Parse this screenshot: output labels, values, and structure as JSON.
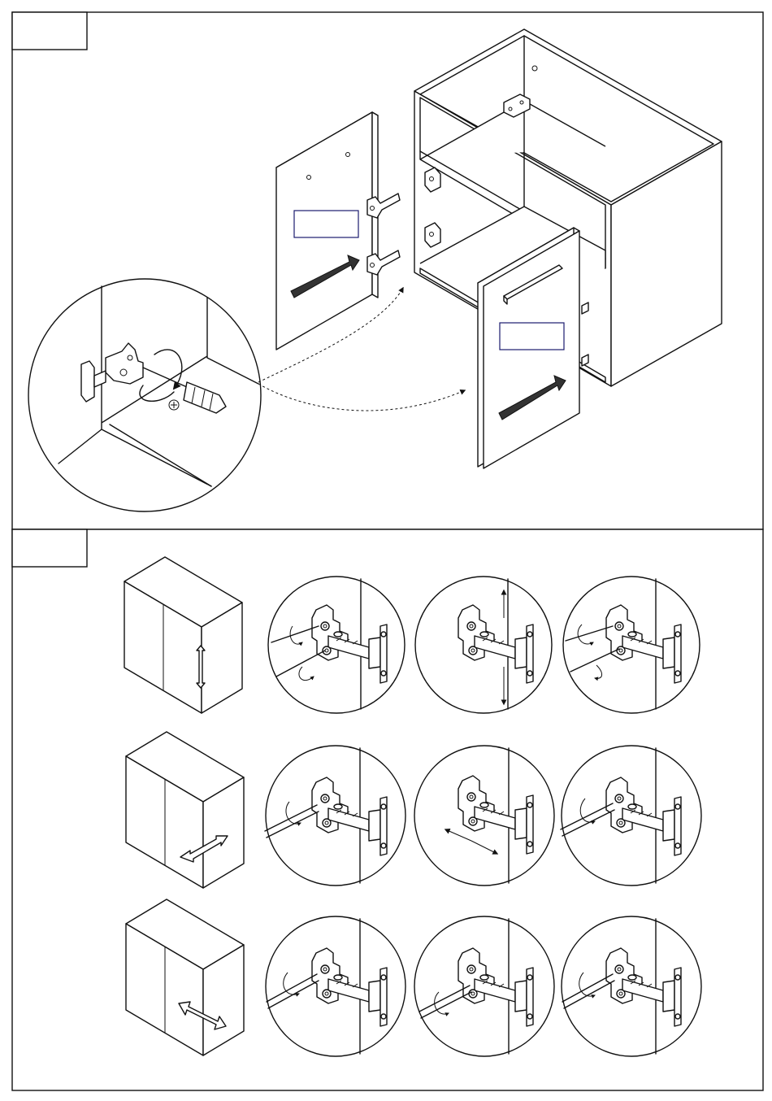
{
  "steps": [
    {
      "id": "install",
      "title": "",
      "labels": [
        "",
        ""
      ]
    },
    {
      "id": "adjust",
      "title": "",
      "rows": [
        "vertical",
        "depth",
        "lateral"
      ]
    }
  ]
}
